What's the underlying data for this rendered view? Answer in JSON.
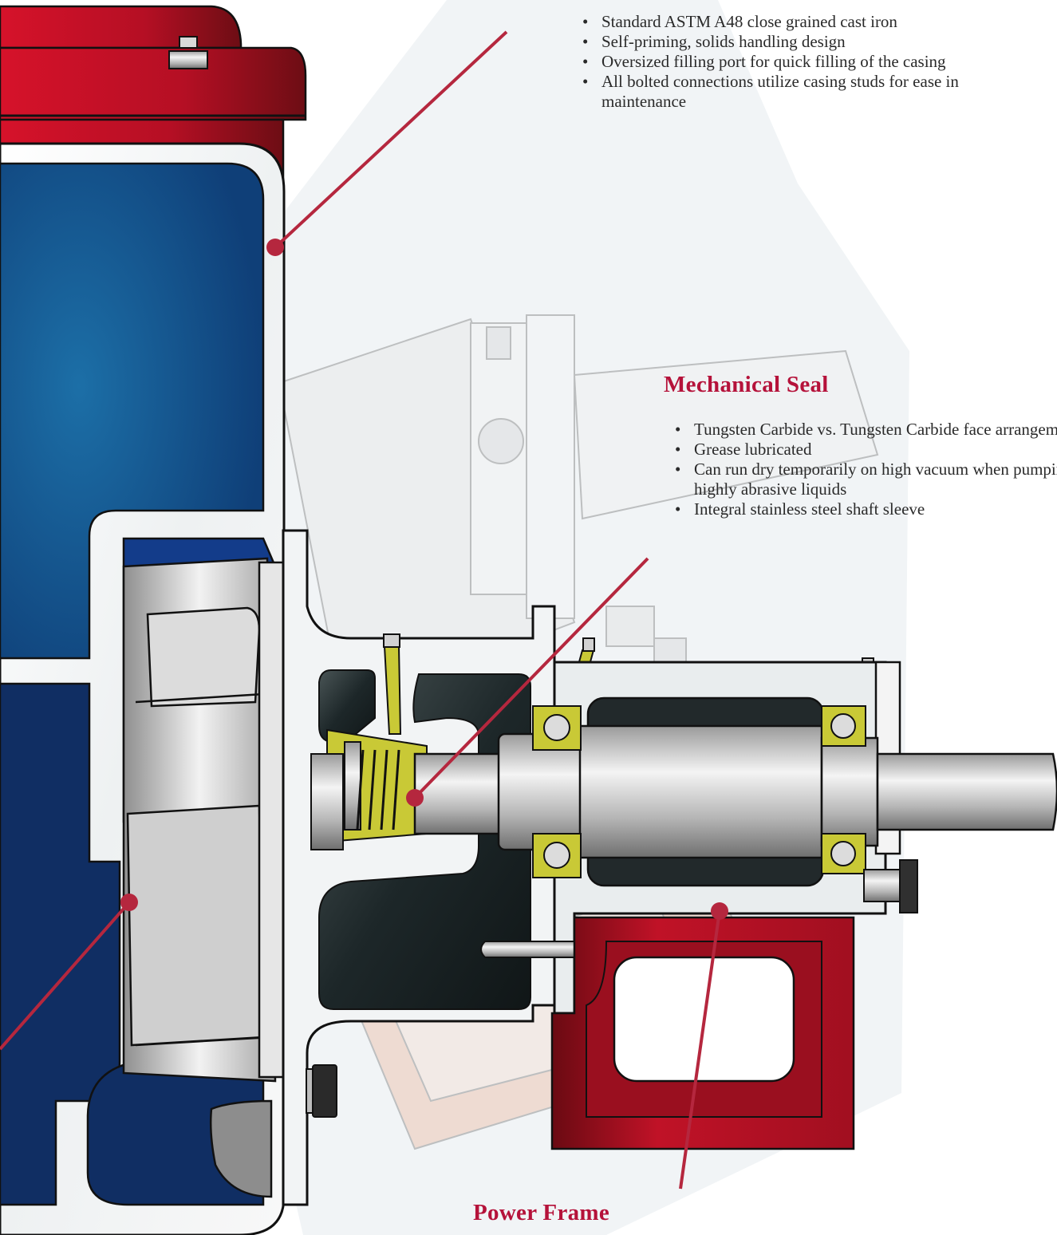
{
  "colors": {
    "casing_red": "#c01227",
    "volute_blue": "#133c8a",
    "heading_red": "#b5123a",
    "leader_line": "#b5273e",
    "seal_yellow": "#c9c936",
    "dark_cavity": "#1e2a2c"
  },
  "casing": {
    "bullets": [
      "Standard ASTM A48 close grained cast iron",
      "Self-priming, solids handling design",
      "Oversized filling port for quick filling of the casing",
      "All bolted connections utilize casing studs for ease in maintenance"
    ]
  },
  "mechanical_seal": {
    "title": "Mechanical Seal",
    "bullets": [
      "Tungsten Carbide vs. Tungsten Carbide face arrangement",
      "Grease lubricated",
      "Can run dry temporarily on high vacuum when pumping highly abrasive liquids",
      "Integral stainless steel shaft sleeve"
    ]
  },
  "power_frame": {
    "title": "Power Frame"
  }
}
